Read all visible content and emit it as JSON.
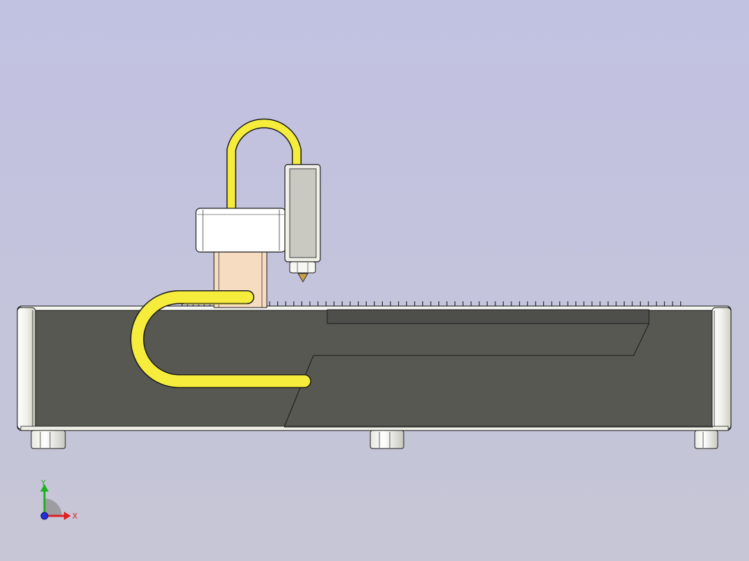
{
  "viewport": {
    "background_top": "#c1c1e2",
    "background_bottom": "#c6c6d6",
    "view": "front"
  },
  "model": {
    "bed_color": "#575852",
    "hose_color": "#f5ec3c",
    "column_color": "#f6dcc0",
    "head_color": "#c9c9c1",
    "end_cap_color": "#f1f1ea",
    "nozzle_color": "#c7a14a",
    "outline_color": "#1a1a1a"
  },
  "triad": {
    "x_label": "X",
    "y_label": "Y",
    "x_color": "#e02020",
    "y_color": "#20b020",
    "z_color": "#2030e0"
  }
}
